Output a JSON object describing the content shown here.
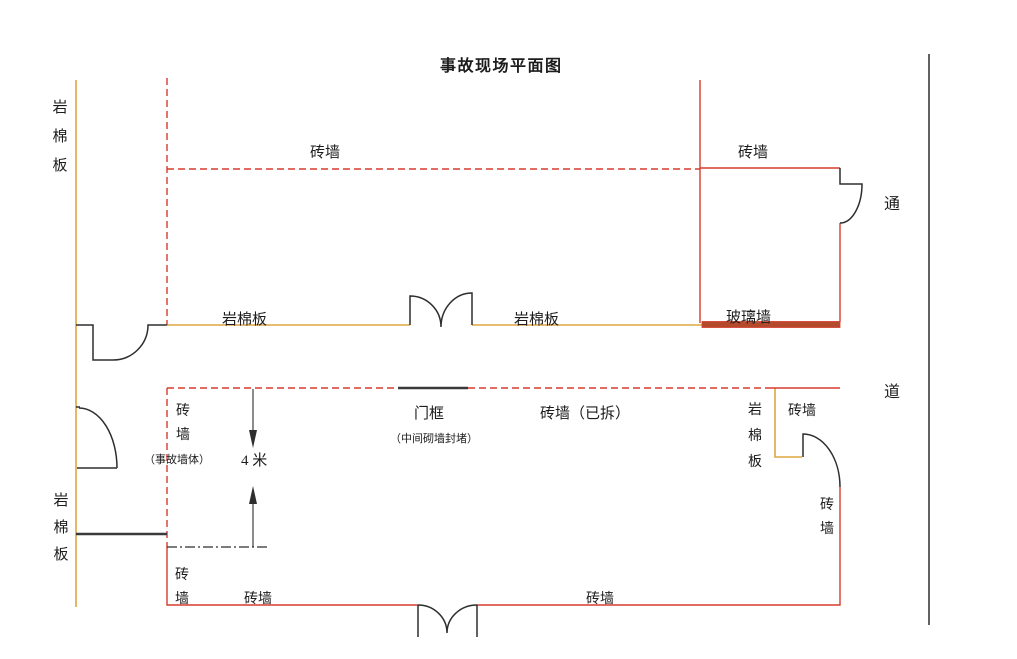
{
  "title": "事故现场平面图",
  "legend_terms": {
    "rock_wool_board": "岩棉板",
    "brick_wall": "砖墙",
    "glass_wall": "玻璃墙",
    "brick_wall_demolished": "砖墙（已拆）",
    "door_frame": "门框",
    "door_frame_note": "（中间砌墙封堵）",
    "accident_wall_note": "（事故墙体）",
    "dimension_4m": "4 米",
    "corridor_char_top": "通",
    "corridor_char_bottom": "道"
  },
  "colors": {
    "wall_red": "#d63c2f",
    "insulation_yellow": "#dfa63e",
    "glass_brown": "#b34a2b",
    "line_black": "#2e2e2e",
    "text_color": "#1c1c1c"
  }
}
